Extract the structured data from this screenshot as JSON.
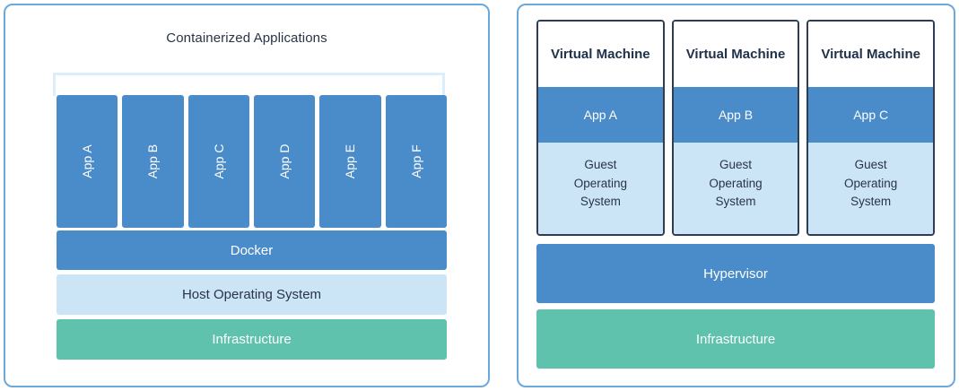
{
  "diagram": {
    "panels": {
      "containers": {
        "title": "Containerized Applications",
        "apps": [
          {
            "label": "App A"
          },
          {
            "label": "App B"
          },
          {
            "label": "App C"
          },
          {
            "label": "App D"
          },
          {
            "label": "App E"
          },
          {
            "label": "App F"
          }
        ],
        "layers": [
          {
            "label": "Docker",
            "color": "#4a8bc9",
            "text_color": "#ffffff"
          },
          {
            "label": "Host Operating System",
            "color": "#cce5f6",
            "text_color": "#283447"
          },
          {
            "label": "Infrastructure",
            "color": "#5fc2ad",
            "text_color": "#ffffff"
          }
        ]
      },
      "virtual_machines": {
        "vms": [
          {
            "title": "Virtual Machine",
            "app": "App A",
            "guest_os": "Guest\nOperating\nSystem"
          },
          {
            "title": "Virtual Machine",
            "app": "App B",
            "guest_os": "Guest\nOperating\nSystem"
          },
          {
            "title": "Virtual Machine",
            "app": "App C",
            "guest_os": "Guest\nOperating\nSystem"
          }
        ],
        "layers": [
          {
            "label": "Hypervisor",
            "color": "#4a8bc9",
            "text_color": "#ffffff"
          },
          {
            "label": "Infrastructure",
            "color": "#5fc2ad",
            "text_color": "#ffffff"
          }
        ]
      }
    },
    "colors": {
      "panel_border": "#6aa9dd",
      "accent_blue": "#4a8bc9",
      "light_blue": "#cce5f6",
      "bracket_blue": "#dbeefb",
      "green": "#5fc2ad",
      "dark_navy": "#2e3d52",
      "text_dark": "#283447",
      "background": "#ffffff"
    }
  }
}
